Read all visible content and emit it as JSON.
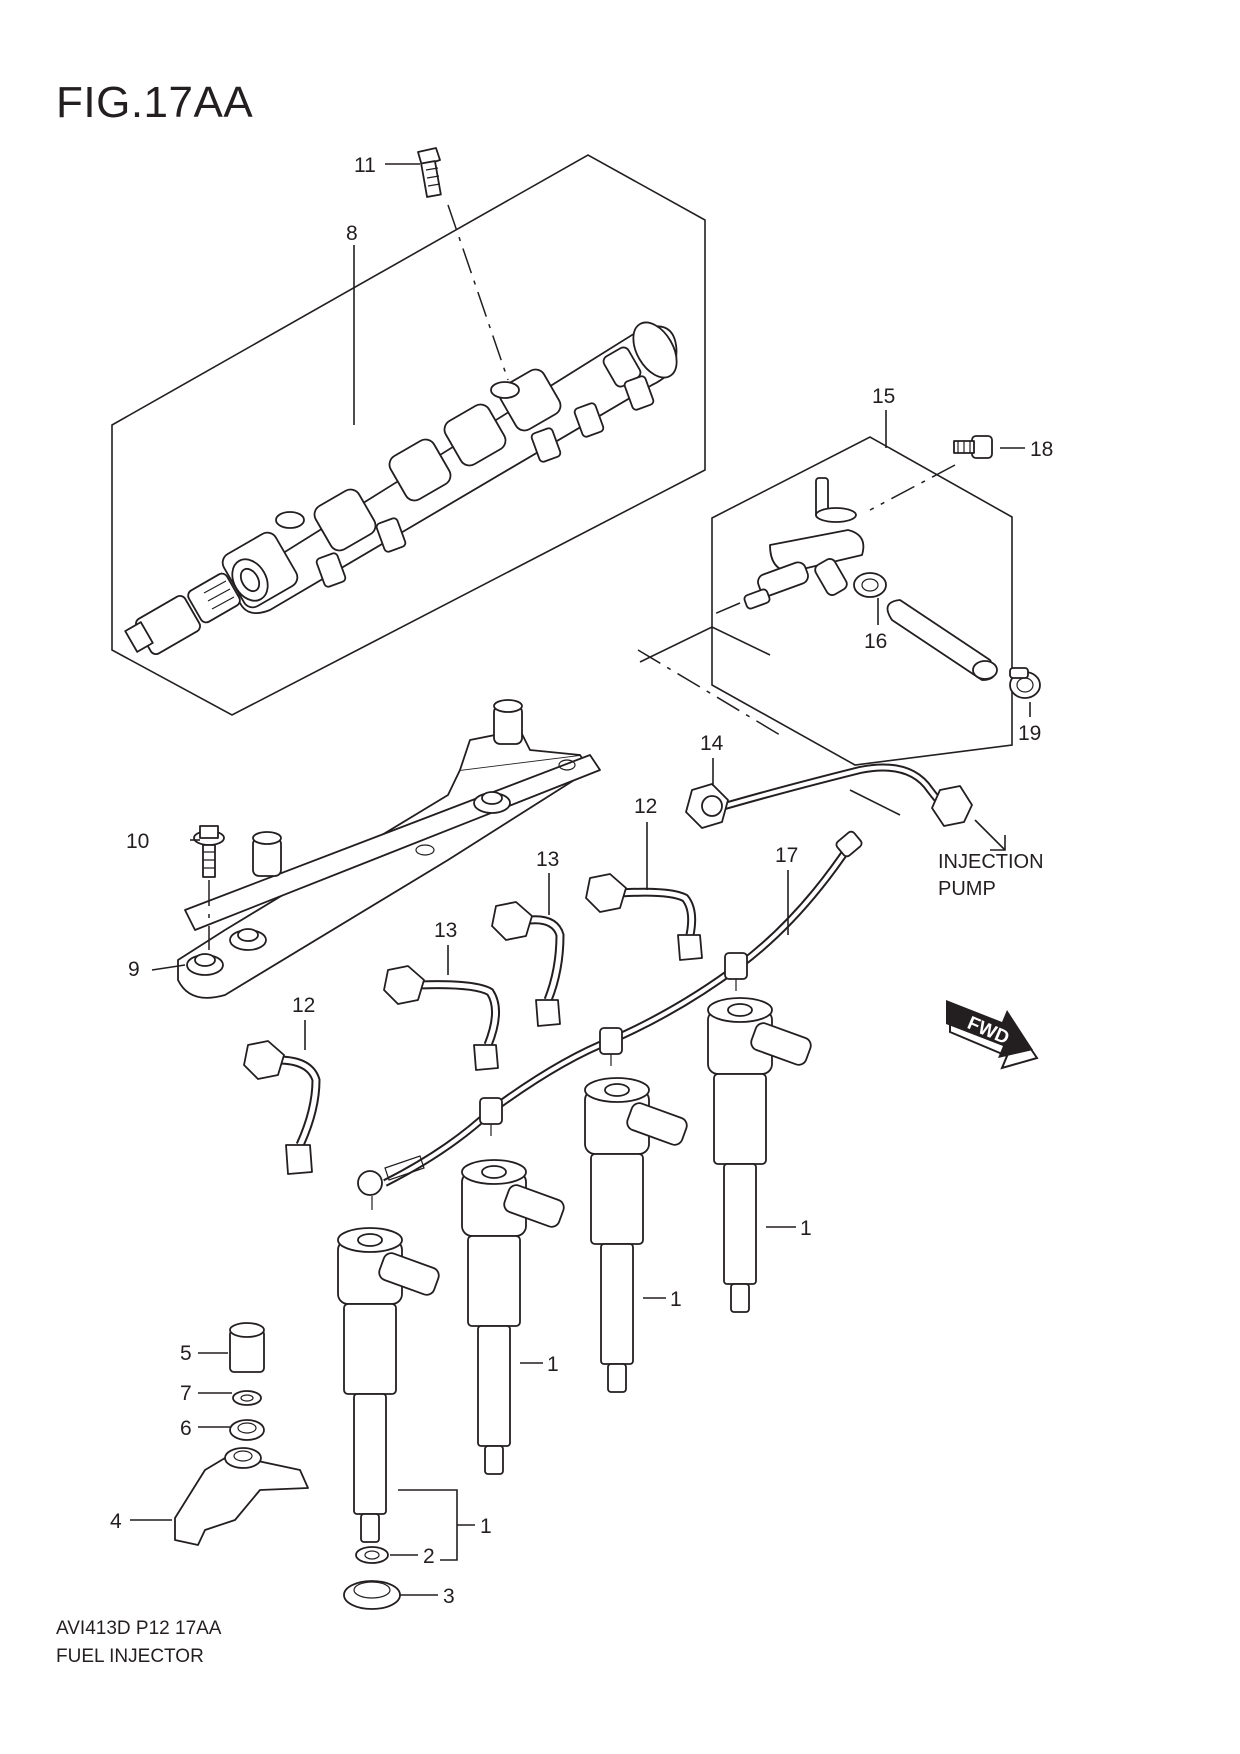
{
  "figure": {
    "title": "FIG.17AA",
    "code": "AVI413D P12 17AA",
    "name": "FUEL INJECTOR"
  },
  "callouts": {
    "c1": "1",
    "c2": "2",
    "c3": "3",
    "c4": "4",
    "c5": "5",
    "c6": "6",
    "c7": "7",
    "c8": "8",
    "c9": "9",
    "c10": "10",
    "c11": "11",
    "c12": "12",
    "c13": "13",
    "c14": "14",
    "c15": "15",
    "c16": "16",
    "c17": "17",
    "c18": "18",
    "c19": "19"
  },
  "labels": {
    "injection_line1": "INJECTION",
    "injection_line2": "PUMP",
    "fwd": "FWD"
  },
  "colors": {
    "line": "#231f20",
    "paper": "#ffffff"
  }
}
